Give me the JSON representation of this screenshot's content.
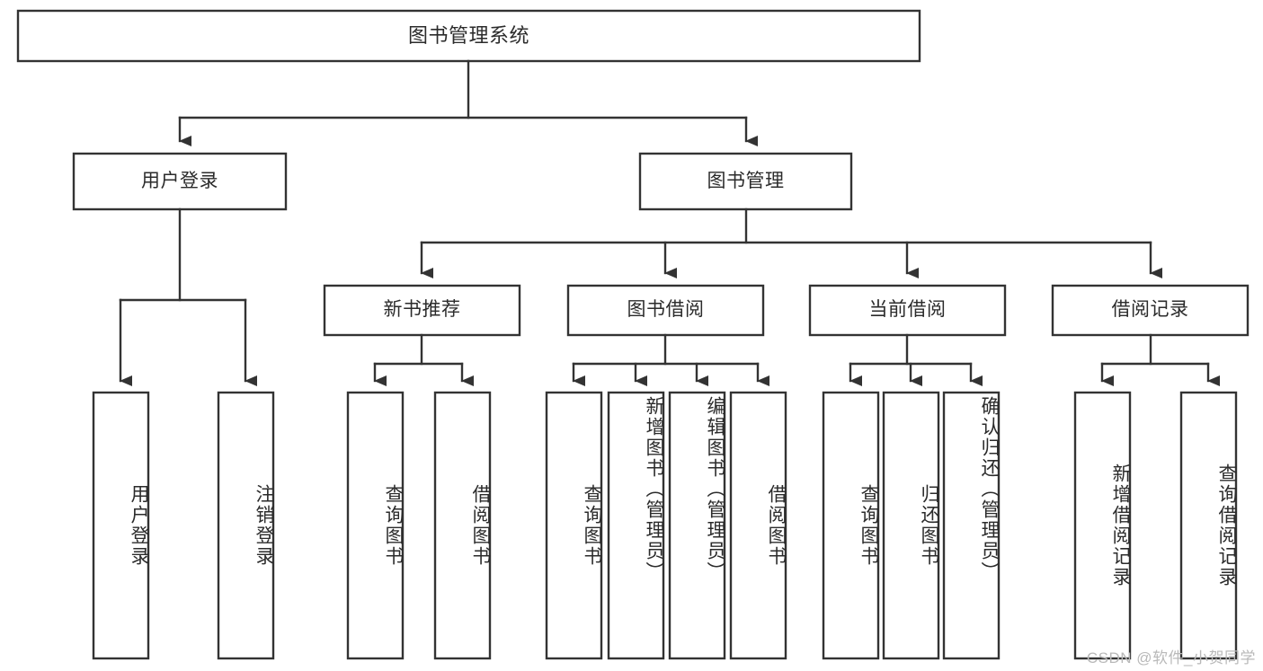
{
  "diagram": {
    "type": "tree",
    "title": "图书管理系统",
    "watermark": "CSDN @软件_小贺同学",
    "colors": {
      "box_stroke": "#333333",
      "box_fill": "#ffffff",
      "text": "#2b2b2b",
      "watermark": "#b9b9b9",
      "background": "#ffffff"
    },
    "levels": {
      "level0": [
        {
          "id": "root",
          "label": "图书管理系统"
        }
      ],
      "level1": [
        {
          "id": "user-login",
          "label": "用户登录"
        },
        {
          "id": "book-manage",
          "label": "图书管理"
        }
      ],
      "level2": [
        {
          "id": "new-book-rec",
          "label": "新书推荐",
          "parent": "book-manage"
        },
        {
          "id": "book-borrow",
          "label": "图书借阅",
          "parent": "book-manage"
        },
        {
          "id": "current-borrow",
          "label": "当前借阅",
          "parent": "book-manage"
        },
        {
          "id": "borrow-record",
          "label": "借阅记录",
          "parent": "book-manage"
        }
      ],
      "leaves": [
        {
          "id": "leaf-user-login",
          "label": "用户登录",
          "parent": "user-login"
        },
        {
          "id": "leaf-logout-login",
          "label": "注销登录",
          "parent": "user-login"
        },
        {
          "id": "leaf-query-book-1",
          "label": "查询图书",
          "parent": "new-book-rec"
        },
        {
          "id": "leaf-borrow-book-1",
          "label": "借阅图书",
          "parent": "new-book-rec"
        },
        {
          "id": "leaf-query-book-2",
          "label": "查询图书",
          "parent": "book-borrow"
        },
        {
          "id": "leaf-add-book",
          "label": "新增图书（管理员）",
          "parent": "book-borrow"
        },
        {
          "id": "leaf-edit-book",
          "label": "编辑图书（管理员）",
          "parent": "book-borrow"
        },
        {
          "id": "leaf-borrow-book-2",
          "label": "借阅图书",
          "parent": "book-borrow"
        },
        {
          "id": "leaf-query-book-3",
          "label": "查询图书",
          "parent": "current-borrow"
        },
        {
          "id": "leaf-return-book",
          "label": "归还图书",
          "parent": "current-borrow"
        },
        {
          "id": "leaf-confirm-return",
          "label": "确认归还（管理员）",
          "parent": "current-borrow"
        },
        {
          "id": "leaf-add-record",
          "label": "新增借阅记录",
          "parent": "borrow-record"
        },
        {
          "id": "leaf-query-record",
          "label": "查询借阅记录",
          "parent": "borrow-record"
        }
      ]
    }
  }
}
